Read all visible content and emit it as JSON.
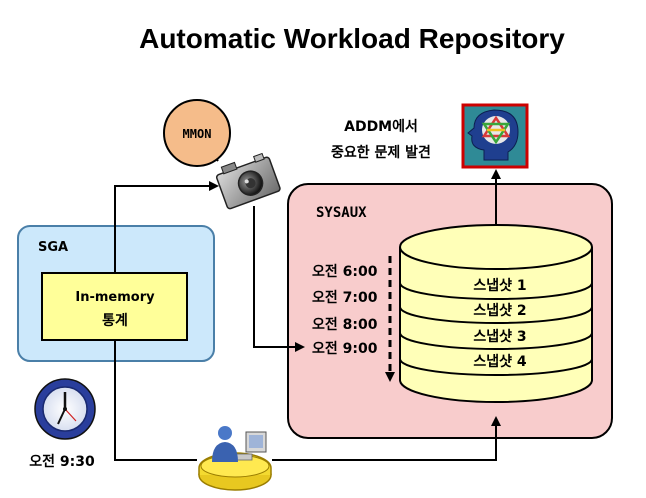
{
  "title": "Automatic Workload Repository",
  "mmon": {
    "label": "MMON"
  },
  "addm": {
    "line1": "ADDM에서",
    "line2": "중요한 문제 발견"
  },
  "sga": {
    "label": "SGA",
    "stats_line1": "In-memory",
    "stats_line2": "통계"
  },
  "sysaux": {
    "label": "SYSAUX",
    "times": [
      "오전 6:00",
      "오전 7:00",
      "오전 8:00",
      "오전 9:00"
    ],
    "snapshots": [
      "스냅샷 1",
      "스냅샷 2",
      "스냅샷 3",
      "스냅샷 4"
    ]
  },
  "clock": {
    "time": "오전 9:30"
  },
  "colors": {
    "sga_fill": "#cce8fb",
    "sga_border": "#4a7fa8",
    "sysaux_fill": "#f8cccc",
    "db_fill": "#ffffb8",
    "stats_fill": "#ffff99",
    "mmon_fill": "#f5bc8a",
    "addm_border": "#cc0000"
  },
  "icons": [
    "camera-icon",
    "clock-icon",
    "user-at-workstation-icon",
    "brain-head-icon"
  ]
}
